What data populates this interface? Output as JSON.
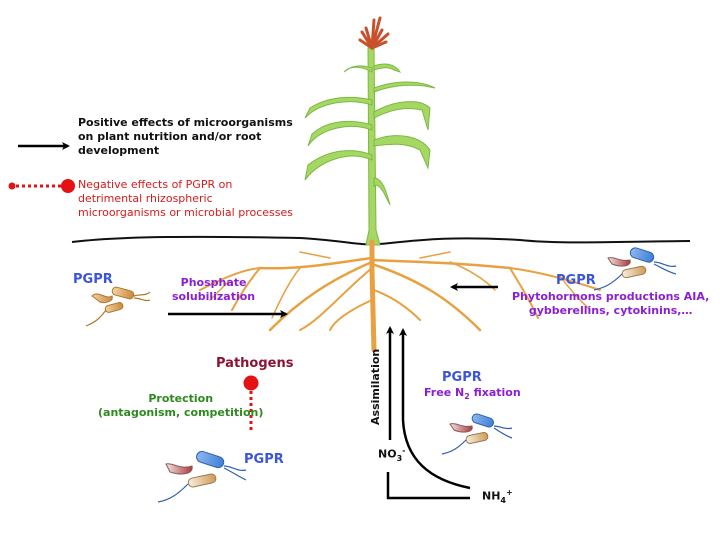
{
  "legend": {
    "positive": {
      "text_line1": "Positive effects of microorganisms",
      "text_line2": "on plant nutrition and/or root",
      "text_line3": "development",
      "arrow_icon": "solid-arrow-right"
    },
    "negative": {
      "text_line1": "Negative effects of PGPR on",
      "text_line2": "detrimental rhizospheric",
      "text_line3": "microorganisms or microbial processes",
      "icon": "dotted-line-with-red-dots"
    }
  },
  "labels": {
    "pgpr": "PGPR",
    "phosphate_line1": "Phosphate",
    "phosphate_line2": "solubilization",
    "phyto_line1": "Phytohormons productions AIA,",
    "phyto_line2": "gybberellins, cytokinins,…",
    "pathogens": "Pathogens",
    "protection_line1": "Protection",
    "protection_line2": "(antagonism, competition)",
    "free_n2_prefix": "Free N",
    "free_n2_sub": "2",
    "free_n2_suffix": " fixation",
    "assimilation": "Assimilation",
    "no3_base": "NO",
    "no3_sub": "3",
    "no3_sup": "-",
    "nh4_base": "NH",
    "nh4_sub": "4",
    "nh4_sup": "+"
  },
  "colors": {
    "pgpr_blue": "#3b55d9",
    "process_purple": "#8a1fd6",
    "protection_green": "#2e8a1f",
    "pathogen_maroon": "#8c1432",
    "negative_red": "#d91a1a",
    "root_orange": "#e8a040",
    "stem_green": "#9ed65a",
    "tassel_red": "#c8502a"
  }
}
